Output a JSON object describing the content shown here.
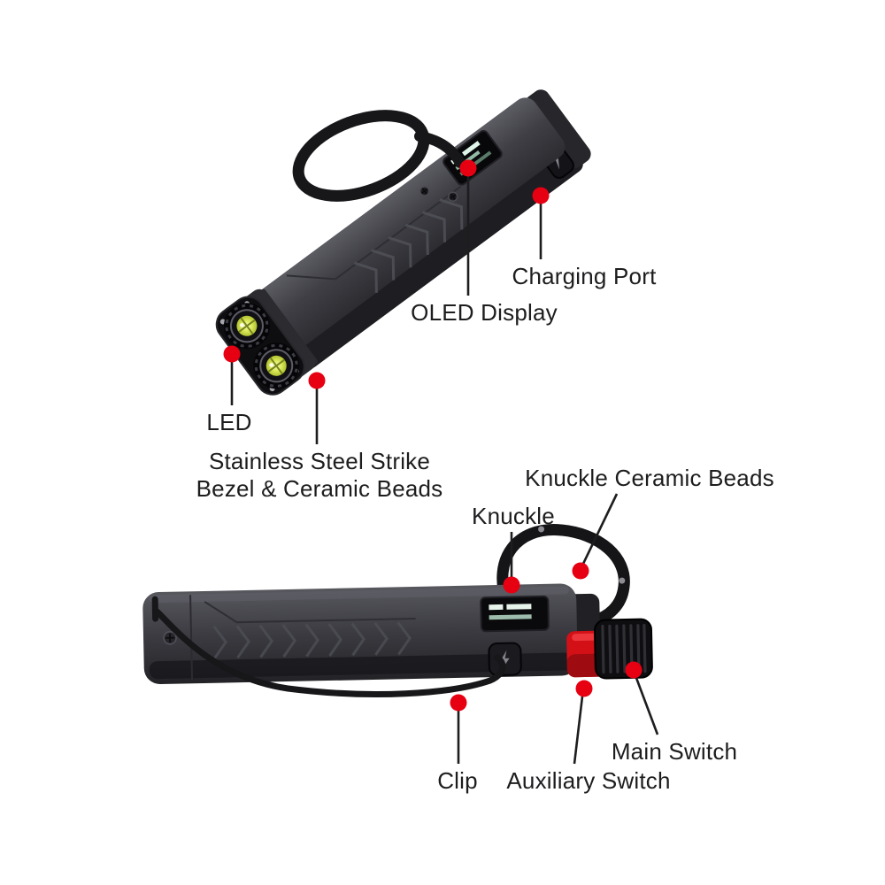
{
  "colors": {
    "background": "#ffffff",
    "marker_red": "#e60012",
    "line_color": "#1d1d1f",
    "text_color": "#1d1d1f",
    "body_gray": "#3c3c41",
    "led_yellow": "#d9e44e",
    "switch_red": "#d41017"
  },
  "top_view": {
    "view_name": "flashlight-angled-view",
    "annotations": {
      "charging_port": "Charging Port",
      "oled_display": "OLED Display",
      "led": "LED",
      "strike_bezel_line1": "Stainless Steel Strike",
      "strike_bezel_line2": "Bezel & Ceramic Beads"
    }
  },
  "bottom_view": {
    "view_name": "flashlight-side-view",
    "annotations": {
      "knuckle_ceramic_beads": "Knuckle Ceramic Beads",
      "knuckle": "Knuckle",
      "main_switch": "Main Switch",
      "auxiliary_switch": "Auxiliary Switch",
      "clip": "Clip"
    }
  }
}
